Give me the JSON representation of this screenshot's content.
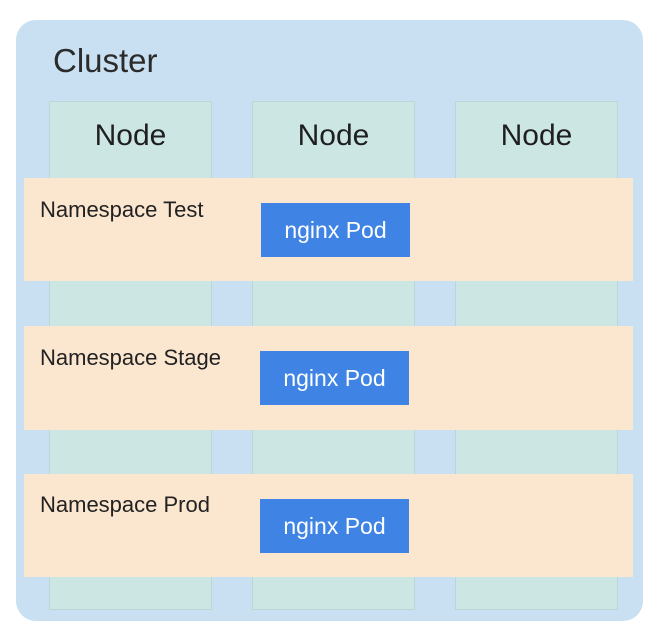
{
  "cluster": {
    "title": "Cluster"
  },
  "nodes": [
    {
      "label": "Node"
    },
    {
      "label": "Node"
    },
    {
      "label": "Node"
    }
  ],
  "namespaces": [
    {
      "label": "Namespace Test",
      "pod_label": "nginx Pod"
    },
    {
      "label": "Namespace Stage",
      "pod_label": "nginx Pod"
    },
    {
      "label": "Namespace Prod",
      "pod_label": "nginx Pod"
    }
  ],
  "colors": {
    "cluster_bg": "#c8e0f2",
    "node_bg": "#cce6e3",
    "namespace_bg": "#fbe6cf",
    "pod_bg": "#3f84e5"
  }
}
